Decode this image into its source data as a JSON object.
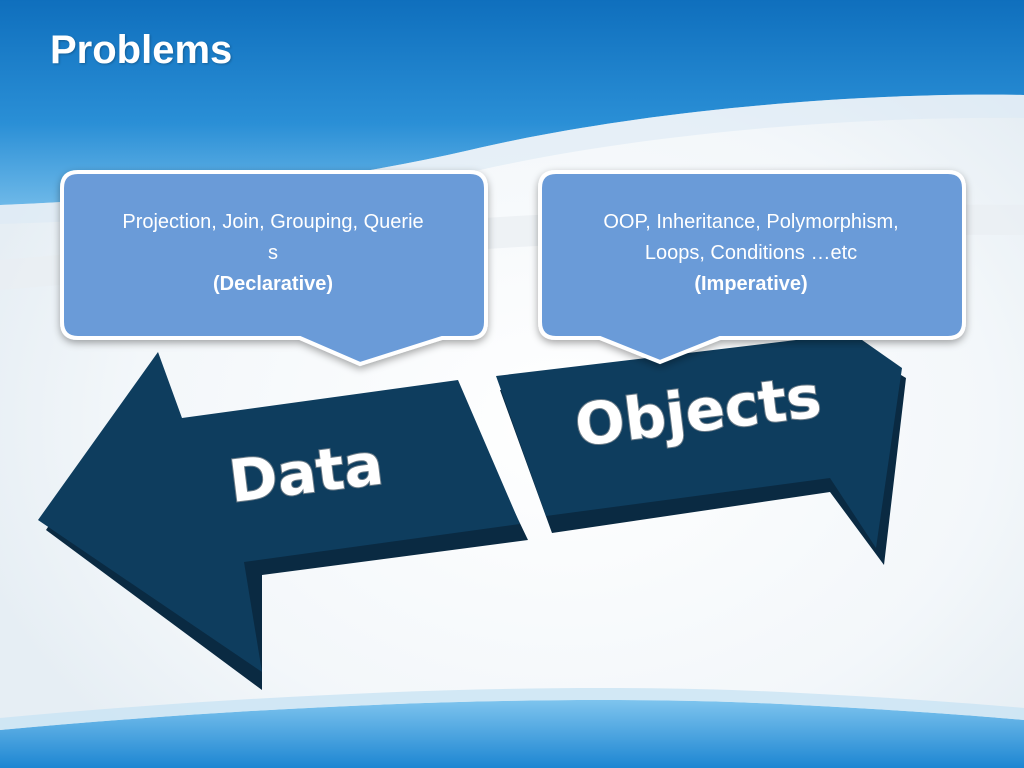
{
  "slide": {
    "title": "Problems"
  },
  "colors": {
    "background_blue": "#1b84cf",
    "arrow_fill": "#0e3d5e",
    "arrow_shadow": "#0a2a42",
    "callout_fill": "#6b9bd8",
    "callout_border": "#ffffff",
    "text_white": "#ffffff"
  },
  "callouts": {
    "left": {
      "line1": "Projection, Join, Grouping, Querie",
      "line2": "s",
      "tag": "(Declarative)"
    },
    "right": {
      "line1": "OOP, Inheritance, Polymorphism,",
      "line2": "Loops, Conditions …etc",
      "tag": "(Imperative)"
    }
  },
  "arrows": {
    "left": {
      "label": "Data",
      "direction": "left"
    },
    "right": {
      "label": "Objects",
      "direction": "right"
    }
  }
}
